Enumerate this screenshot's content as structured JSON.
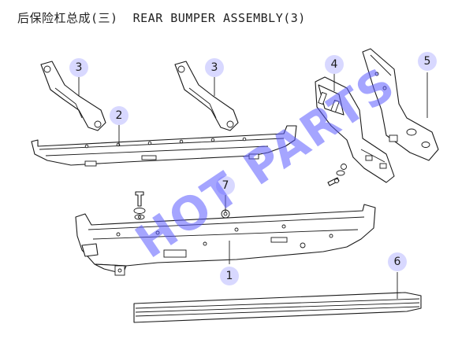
{
  "header": {
    "title": "后保险杠总成(三)  REAR BUMPER ASSEMBLY(3)"
  },
  "watermark": {
    "text": "HOT PARTS",
    "color": "#5b5bff"
  },
  "colors": {
    "callout_bubble": "#d8d8ff",
    "line": "#1a1a1a"
  },
  "callouts": [
    {
      "id": "c1",
      "label": "1"
    },
    {
      "id": "c2",
      "label": "2"
    },
    {
      "id": "c3a",
      "label": "3"
    },
    {
      "id": "c3b",
      "label": "3"
    },
    {
      "id": "c4",
      "label": "4"
    },
    {
      "id": "c5",
      "label": "5"
    },
    {
      "id": "c6",
      "label": "6"
    },
    {
      "id": "c7",
      "label": "7"
    }
  ]
}
